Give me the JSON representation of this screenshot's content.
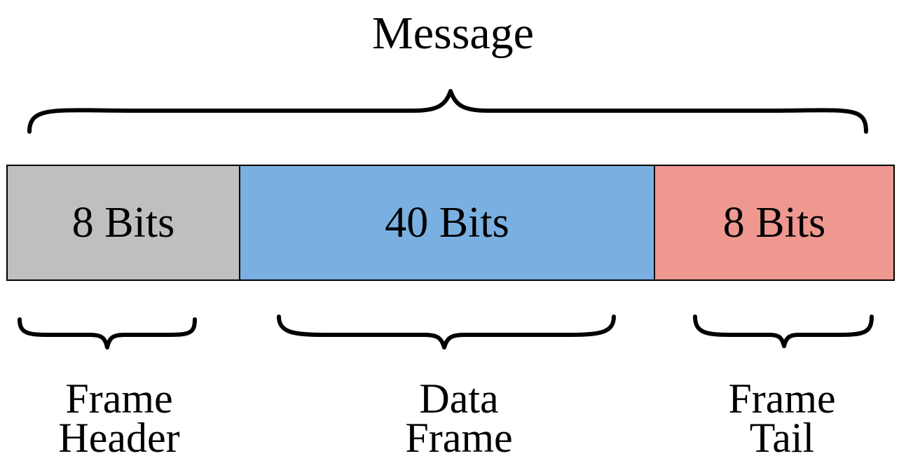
{
  "title": "Message",
  "segments": [
    {
      "bits": "8 Bits",
      "color": "#bfbfbf",
      "line1": "Frame",
      "line2": "Header"
    },
    {
      "bits": "40 Bits",
      "color": "#7ab0e1",
      "line1": "Data",
      "line2": "Frame"
    },
    {
      "bits": "8 Bits",
      "color": "#ee9890",
      "line1": "Frame",
      "line2": "Tail"
    }
  ]
}
